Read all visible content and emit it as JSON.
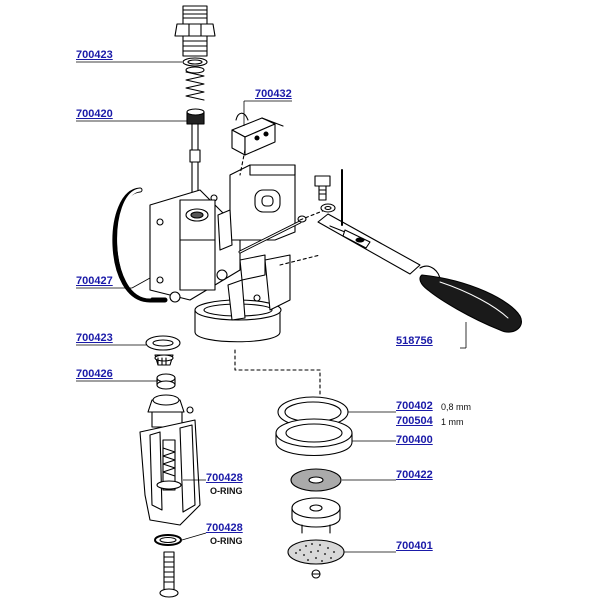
{
  "diagram": {
    "callouts": [
      {
        "id": "c1",
        "part": "700423"
      },
      {
        "id": "c2",
        "part": "700420"
      },
      {
        "id": "c3",
        "part": "700432"
      },
      {
        "id": "c4",
        "part": "700427"
      },
      {
        "id": "c5",
        "part": "518756"
      },
      {
        "id": "c6",
        "part": "700423"
      },
      {
        "id": "c7",
        "part": "700426"
      },
      {
        "id": "c8",
        "part": "700402",
        "note": "0,8 mm"
      },
      {
        "id": "c9",
        "part": "700504",
        "note": "1 mm"
      },
      {
        "id": "c10",
        "part": "700400"
      },
      {
        "id": "c11",
        "part": "700422"
      },
      {
        "id": "c12",
        "part": "700428",
        "note": "O-RING"
      },
      {
        "id": "c13",
        "part": "700428",
        "note": "O-RING"
      },
      {
        "id": "c14",
        "part": "700401"
      }
    ]
  },
  "colors": {
    "link": "#1a1aa8",
    "line": "#000000"
  }
}
